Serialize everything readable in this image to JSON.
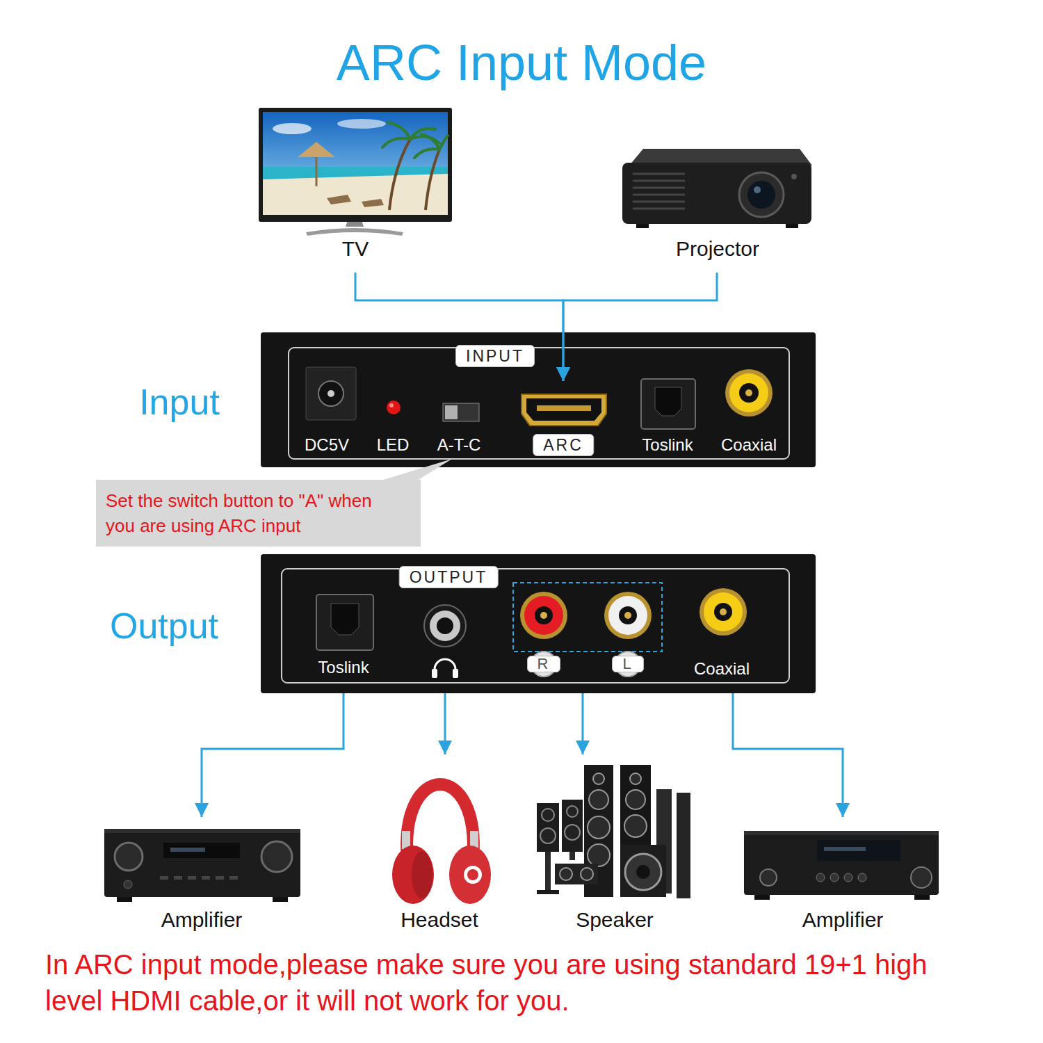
{
  "diagram": {
    "title": "ARC Input Mode",
    "caption": "In ARC input mode,please make sure you are using standard 19+1 high level HDMI cable,or it will not work for you.",
    "nodes": [
      {
        "text": [
          "TV"
        ]
      },
      {
        "text": [
          "Projector"
        ]
      },
      {
        "text": [
          "INPUT"
        ]
      },
      {
        "text": [
          "ARC"
        ],
        "in": 2
      },
      {
        "text": [
          "Set the switch button to \"A\" when you are using ARC input"
        ]
      },
      {
        "text": [
          "OUTPUT"
        ]
      },
      {
        "text": [
          "R"
        ],
        "in": 5
      },
      {
        "text": [
          "L"
        ],
        "in": 5
      },
      {
        "text": [
          "Amplifier"
        ]
      },
      {
        "text": [
          "Headset"
        ]
      },
      {
        "text": [
          "Speaker"
        ]
      },
      {
        "text": [
          "Amplifier"
        ]
      }
    ],
    "edges": [
      {
        "from": 0,
        "to": 3,
        "arrow": "to"
      },
      {
        "from": 1,
        "to": 3,
        "arrow": "to"
      },
      {
        "from": 5,
        "to": 8,
        "arrow": "to"
      },
      {
        "from": 5,
        "to": 9,
        "arrow": "to"
      },
      {
        "from": 5,
        "to": 10,
        "arrow": "to"
      },
      {
        "from": 5,
        "to": 11,
        "arrow": "to"
      }
    ],
    "labels": [
      "Input",
      "DC5V",
      "LED",
      "A-T-C",
      "Toslink",
      "Coaxial",
      "Output",
      "Toslink",
      "Coaxial"
    ]
  }
}
